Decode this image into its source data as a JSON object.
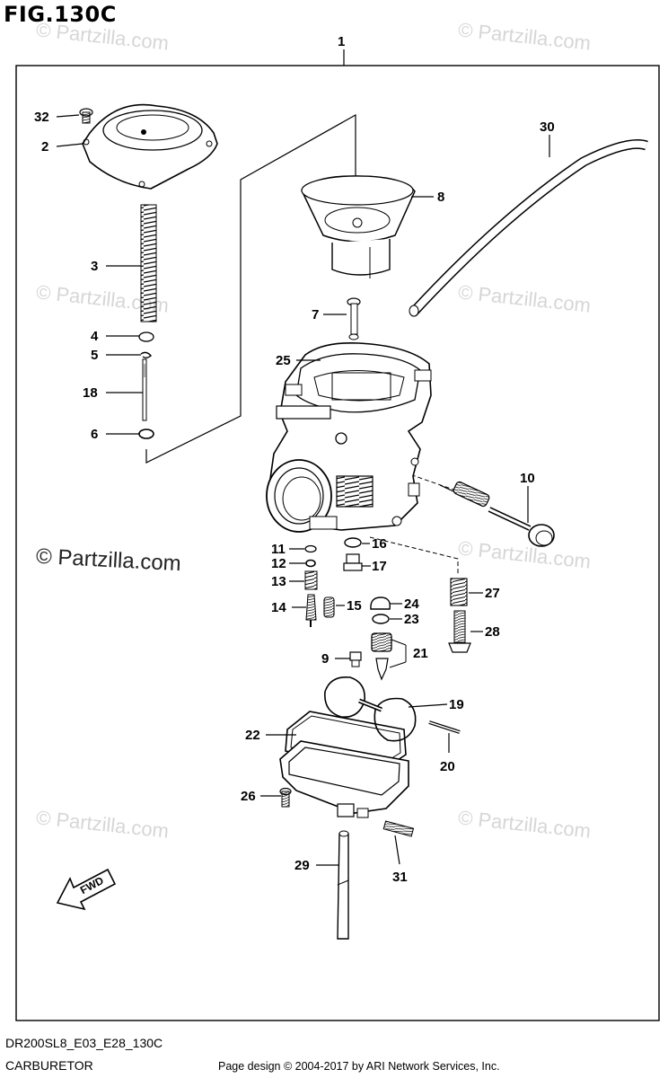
{
  "figure": {
    "title": "FIG.130C"
  },
  "footer": {
    "model_code": "DR200SL8_E03_E28_130C",
    "section_name": "CARBURETOR",
    "copyright": "Page design © 2004-2017 by ARI Network Services, Inc."
  },
  "watermark": {
    "text": "© Partzilla.com"
  },
  "direction_tag": "FWD",
  "callouts": [
    "1",
    "2",
    "3",
    "4",
    "5",
    "6",
    "7",
    "8",
    "9",
    "10",
    "11",
    "12",
    "13",
    "14",
    "15",
    "16",
    "17",
    "18",
    "19",
    "20",
    "21",
    "22",
    "23",
    "24",
    "25",
    "26",
    "27",
    "28",
    "29",
    "30",
    "31",
    "32"
  ]
}
